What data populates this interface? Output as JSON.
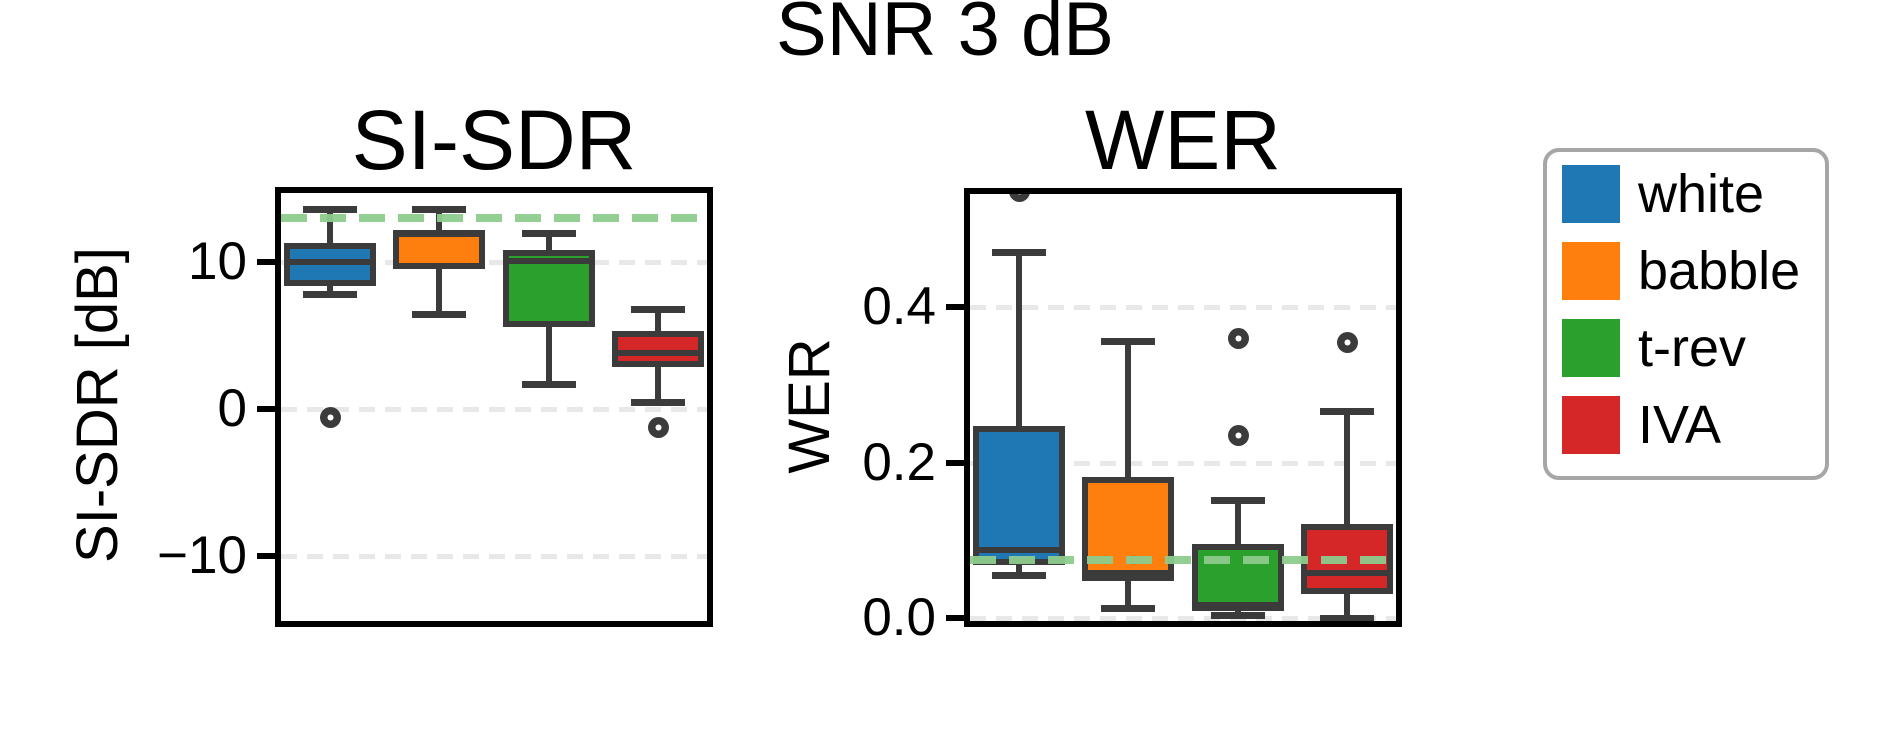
{
  "figure": {
    "suptitle": "SNR 3 dB"
  },
  "colors": {
    "white": "#1f77b4",
    "babble": "#ff7f0e",
    "t-rev": "#2ca02c",
    "IVA": "#d62728",
    "box_edge": "#3b3b3b",
    "refline": "#8dcb8d",
    "gridline": "#e8e8e8"
  },
  "legend": {
    "entries": [
      {
        "label": "white",
        "color": "#1f77b4"
      },
      {
        "label": "babble",
        "color": "#ff7f0e"
      },
      {
        "label": "t-rev",
        "color": "#2ca02c"
      },
      {
        "label": "IVA",
        "color": "#d62728"
      }
    ]
  },
  "chart_data": [
    {
      "type": "box",
      "title": "SI-SDR",
      "ylabel": "SI-SDR [dB]",
      "ylim": [
        -14.8,
        15.1
      ],
      "grid": true,
      "yticks": [
        {
          "value": 10,
          "label": "10"
        },
        {
          "value": 0,
          "label": "0"
        },
        {
          "value": -10,
          "label": "−10"
        }
      ],
      "refline": {
        "value": 13.0,
        "style": "dashed",
        "color": "#8dcb8d"
      },
      "series": [
        {
          "name": "white",
          "color": "#1f77b4",
          "whisker_low": 7.8,
          "q1": 8.4,
          "median": 10.0,
          "q3": 11.3,
          "whisker_high": 13.6,
          "outliers": [
            -0.5
          ]
        },
        {
          "name": "babble",
          "color": "#ff7f0e",
          "whisker_low": 6.5,
          "q1": 9.5,
          "median": 11.9,
          "q3": 12.2,
          "whisker_high": 13.6,
          "outliers": []
        },
        {
          "name": "t-rev",
          "color": "#2ca02c",
          "whisker_low": 1.7,
          "q1": 5.6,
          "median": 10.1,
          "q3": 10.8,
          "whisker_high": 12.0,
          "outliers": []
        },
        {
          "name": "IVA",
          "color": "#d62728",
          "whisker_low": 0.5,
          "q1": 2.9,
          "median": 3.8,
          "q3": 5.3,
          "whisker_high": 6.8,
          "outliers": [
            -1.2
          ]
        }
      ]
    },
    {
      "type": "box",
      "title": "WER",
      "ylabel": "WER",
      "ylim": [
        -0.012,
        0.554
      ],
      "grid": true,
      "yticks": [
        {
          "value": 0.4,
          "label": "0.4"
        },
        {
          "value": 0.2,
          "label": "0.2"
        },
        {
          "value": 0.0,
          "label": "0.0"
        }
      ],
      "refline": {
        "value": 0.075,
        "style": "dashed",
        "color": "#8dcb8d"
      },
      "series": [
        {
          "name": "white",
          "color": "#1f77b4",
          "whisker_low": 0.055,
          "q1": 0.068,
          "median": 0.087,
          "q3": 0.247,
          "whisker_high": 0.472,
          "outliers": [
            0.55
          ]
        },
        {
          "name": "babble",
          "color": "#ff7f0e",
          "whisker_low": 0.013,
          "q1": 0.047,
          "median": 0.057,
          "q3": 0.182,
          "whisker_high": 0.357,
          "outliers": []
        },
        {
          "name": "t-rev",
          "color": "#2ca02c",
          "whisker_low": 0.004,
          "q1": 0.009,
          "median": 0.017,
          "q3": 0.095,
          "whisker_high": 0.152,
          "outliers": [
            0.235,
            0.36
          ]
        },
        {
          "name": "IVA",
          "color": "#d62728",
          "whisker_low": 0.0,
          "q1": 0.03,
          "median": 0.057,
          "q3": 0.121,
          "whisker_high": 0.266,
          "outliers": [
            0.355
          ]
        }
      ]
    }
  ]
}
